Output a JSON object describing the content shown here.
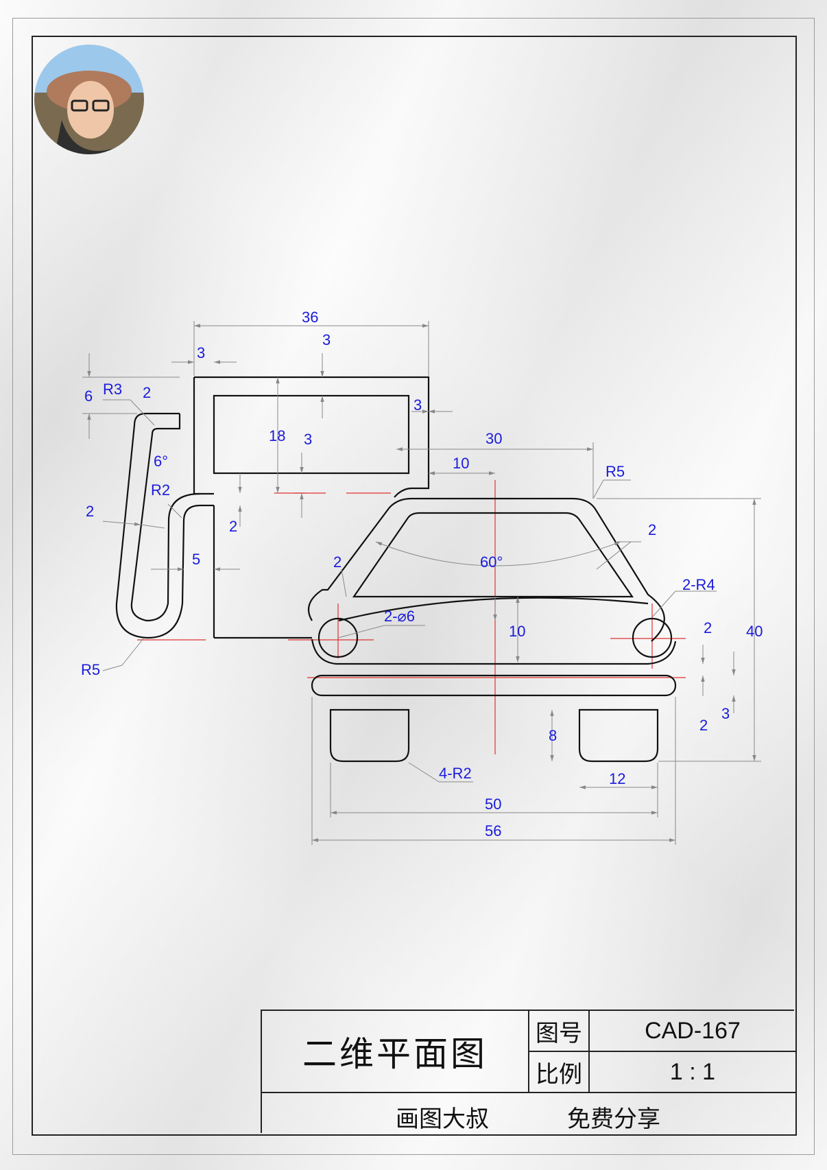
{
  "drawing": {
    "dimensions": {
      "d36": "36",
      "d3_a": "3",
      "d3_b": "3",
      "d6": "6",
      "r3": "R3",
      "d2_a": "2",
      "d3_c": "3",
      "d18": "18",
      "d3_d": "3",
      "d30": "30",
      "d10_a": "10",
      "ang6": "6°",
      "r2": "R2",
      "d2_b": "2",
      "d2_c": "2",
      "d5": "5",
      "r5_a": "R5",
      "d2_d": "2",
      "ang60": "60°",
      "d2_e": "2",
      "r4": "2-R4",
      "dia6": "2-⌀6",
      "d10_b": "10",
      "d40": "40",
      "d2_f": "2",
      "d2_g": "2",
      "d3_e": "3",
      "d8": "8",
      "r2_4": "4-R2",
      "d12": "12",
      "d50": "50",
      "d56": "56",
      "r5_b": "R5"
    }
  },
  "title_block": {
    "title": "二维平面图",
    "drawing_no_label": "图号",
    "drawing_no": "CAD-167",
    "scale_label": "比例",
    "scale": "1 : 1",
    "author": "画图大叔",
    "note": "免费分享"
  },
  "colors": {
    "dimension_text": "#1a1adc",
    "center_line": "#e03030",
    "outline": "#111111"
  }
}
